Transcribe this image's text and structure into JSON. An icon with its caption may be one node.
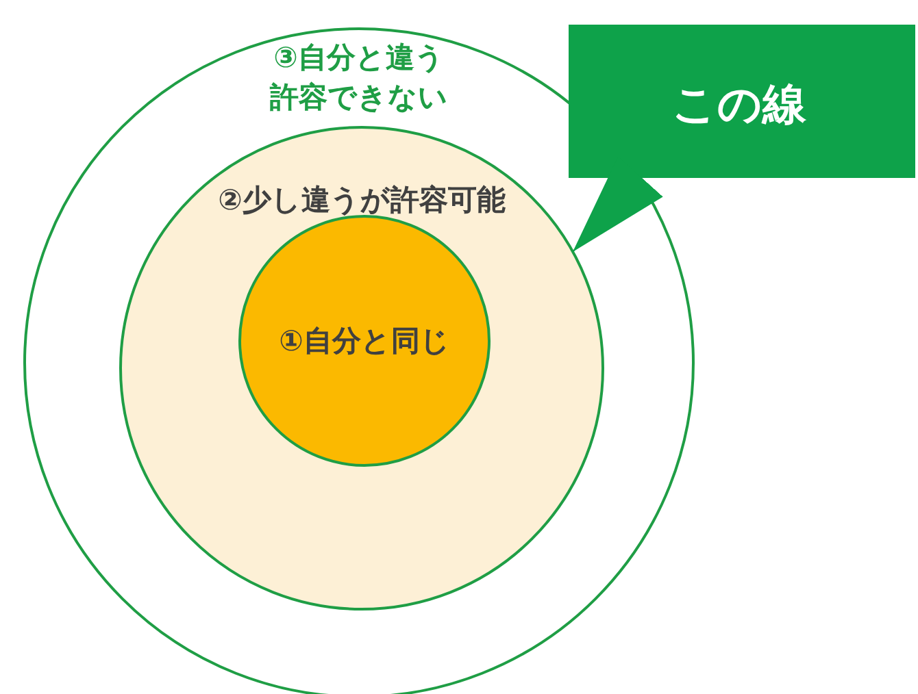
{
  "diagram": {
    "nodes": [
      {
        "text": [
          "③自分と違う許容できない"
        ]
      },
      {
        "text": [
          "②少し違うが許容可能"
        ],
        "in": 0
      },
      {
        "text": [
          "①自分と同じ"
        ],
        "in": 1
      },
      {
        "text": [
          "この線"
        ]
      }
    ],
    "edges": [
      {
        "from": 3,
        "to": 1,
        "arrow": "to"
      }
    ]
  }
}
